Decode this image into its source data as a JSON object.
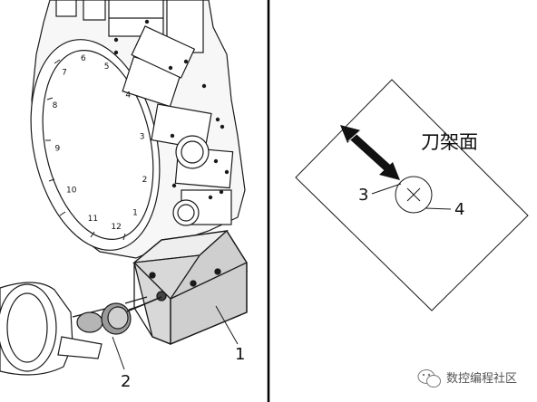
{
  "left_panel": {
    "callouts": [
      {
        "id": "toolholder-block",
        "text": "1"
      },
      {
        "id": "indicator",
        "text": "2"
      }
    ],
    "turret_numbers": [
      "5",
      "4",
      "3",
      "2",
      "1",
      "12",
      "11",
      "10",
      "9",
      "8",
      "7",
      "6"
    ]
  },
  "right_panel": {
    "title": "刀架面",
    "arrow_label": "X",
    "callouts": [
      {
        "id": "bore-edge-left",
        "text": "3"
      },
      {
        "id": "bore-edge-right",
        "text": "4"
      }
    ]
  },
  "watermark": {
    "icon": "wechat-icon",
    "text": "数控编程社区"
  },
  "colors": {
    "line": "#1a1a1a",
    "block_front": "#d8d8d8",
    "block_top": "#eeeeee",
    "block_side": "#c4c4c4",
    "divider": "#000000"
  }
}
